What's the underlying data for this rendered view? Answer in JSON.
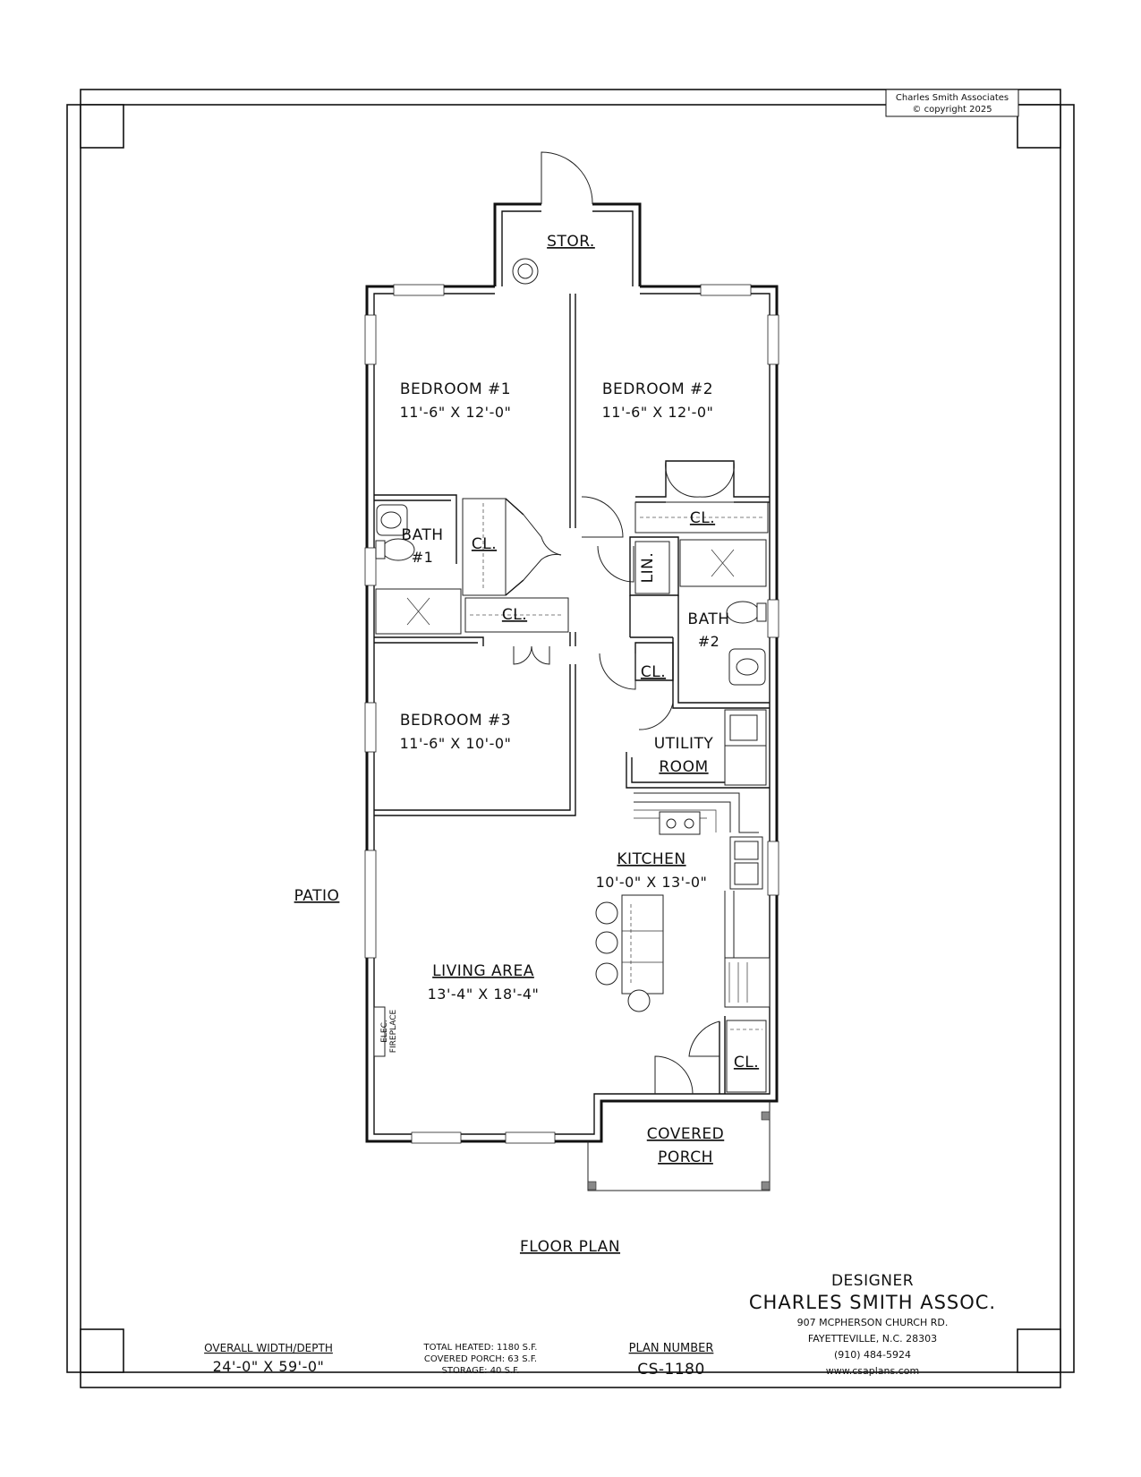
{
  "copyright": {
    "line1": "Charles Smith Associates",
    "line2": "© copyright 2025"
  },
  "rooms": {
    "storage": "STOR.",
    "bedroom1": {
      "name": "BEDROOM #1",
      "size": "11'-6\" X 12'-0\""
    },
    "bedroom2": {
      "name": "BEDROOM #2",
      "size": "11'-6\" X 12'-0\""
    },
    "bedroom3": {
      "name": "BEDROOM #3",
      "size": "11'-6\" X 10'-0\""
    },
    "bath1": {
      "line1": "BATH",
      "line2": "#1"
    },
    "bath2": {
      "line1": "BATH",
      "line2": "#2"
    },
    "closet": "CL.",
    "linen": "LIN.",
    "utility": {
      "line1": "UTILITY",
      "line2": "ROOM"
    },
    "kitchen": {
      "name": "KITCHEN",
      "size": "10'-0\" X 13'-0\""
    },
    "living": {
      "name": "LIVING AREA",
      "size": "13'-4\" X 18'-4\""
    },
    "patio": "PATIO",
    "porch": {
      "line1": "COVERED",
      "line2": "PORCH"
    },
    "fireplace": {
      "line1": "ELEC.",
      "line2": "FIREPLACE"
    }
  },
  "title": "FLOOR PLAN",
  "footer": {
    "overall_label": "OVERALL WIDTH/DEPTH",
    "overall_value": "24'-0\" X 59'-0\"",
    "areas": [
      "TOTAL HEATED: 1180 S.F.",
      "COVERED PORCH: 63 S.F.",
      "STORAGE: 40 S.F."
    ],
    "plan_label": "PLAN NUMBER",
    "plan_value": "CS-1180",
    "designer": {
      "label": "DESIGNER",
      "name": "CHARLES SMITH ASSOC.",
      "address1": "907 MCPHERSON CHURCH RD.",
      "address2": "FAYETTEVILLE, N.C. 28303",
      "phone": "(910) 484-5924",
      "web": "www.csaplans.com"
    }
  }
}
